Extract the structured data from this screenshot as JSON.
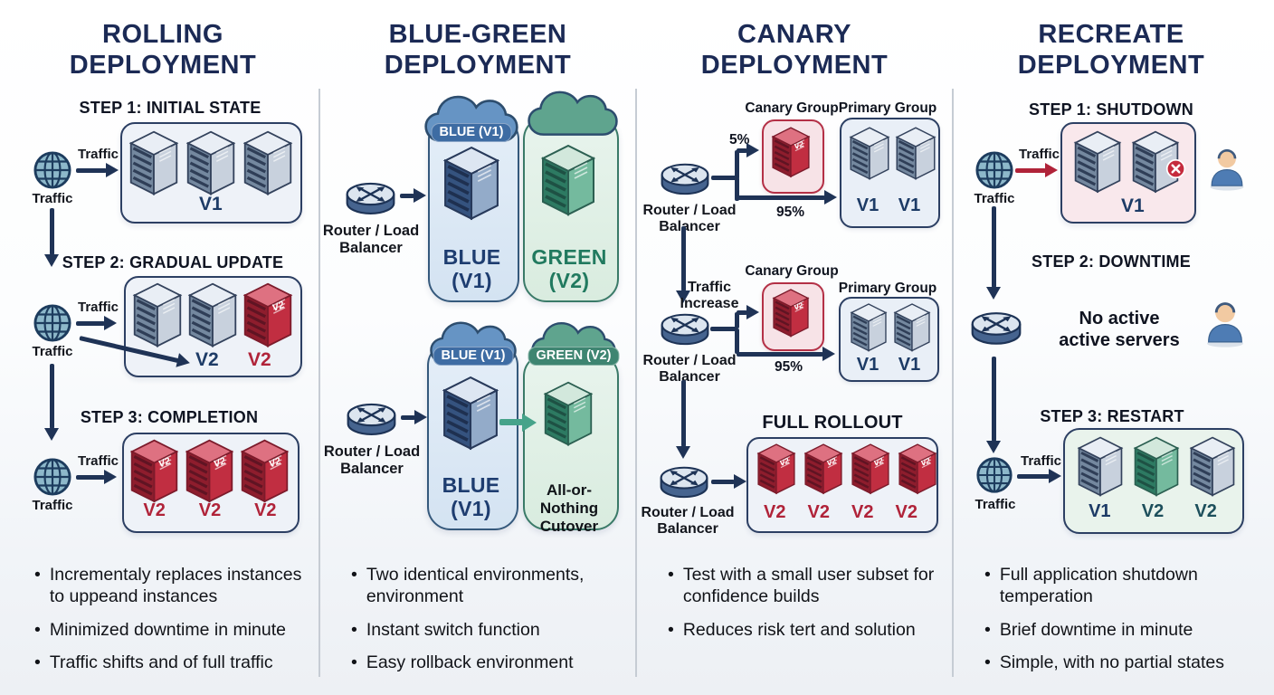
{
  "rolling": {
    "title": "ROLLING DEPLOYMENT",
    "step1": {
      "heading": "STEP 1: INITIAL STATE",
      "arrow_label": "Traffic",
      "source_label": "Traffic",
      "server_label": "V1"
    },
    "step2": {
      "heading": "STEP 2: GRADUAL UPDATE",
      "arrow_label": "Traffic",
      "source_label": "Traffic",
      "label_a": "V2",
      "label_b": "V2"
    },
    "step3": {
      "heading": "STEP 3: COMPLETION",
      "arrow_label": "Traffic",
      "source_label": "Traffic",
      "labels": [
        "V2",
        "V2",
        "V2"
      ]
    },
    "bullets": [
      "Incrementaly replaces instances to uppeand instances",
      "Minimized downtime in minute",
      "Traffic shifts and of full traffic"
    ]
  },
  "bluegreen": {
    "title": "BLUE-GREEN DEPLOYMENT",
    "router_label": "Router / Load Balancer",
    "diagram1": {
      "blue_cloud": "BLUE (V1)",
      "blue_label": "BLUE (V1)",
      "green_label": "GREEN (V2)"
    },
    "diagram2": {
      "blue_cloud": "BLUE (V1)",
      "green_cloud": "GREEN (V2)",
      "blue_label": "BLUE (V1)",
      "green_label": "All-or-Nothing Cutover"
    },
    "bullets": [
      "Two identical environments, environment",
      "Instant switch function",
      "Easy rollback environment"
    ]
  },
  "canary": {
    "title": "CANARY DEPLOYMENT",
    "router_label": "Router / Load Balancer",
    "diagram1": {
      "canary_group": "Canary Group",
      "primary_group": "Primary Group",
      "small_pct": "5%",
      "big_pct": "95%",
      "primary_labels": [
        "V1",
        "V1"
      ]
    },
    "diagram2": {
      "canary_group": "Canary Group",
      "primary_group": "Primary Group",
      "traffic_label": "Traffic Increase",
      "big_pct": "95%",
      "primary_labels": [
        "V1",
        "V1"
      ]
    },
    "diagram3": {
      "heading": "FULL ROLLOUT",
      "labels": [
        "V2",
        "V2",
        "V2",
        "V2"
      ]
    },
    "bullets": [
      "Test with a small user subset for confidence builds",
      "Reduces risk tert and solution"
    ]
  },
  "recreate": {
    "title": "RECREATE DEPLOYMENT",
    "step1": {
      "heading": "STEP 1: SHUTDOWN",
      "arrow_label": "Traffic",
      "source_label": "Traffic",
      "server_label": "V1"
    },
    "step2": {
      "heading": "STEP 2: DOWNTIME",
      "message": "No active active servers"
    },
    "step3": {
      "heading": "STEP 3: RESTART",
      "arrow_label": "Traffic",
      "source_label": "Traffic",
      "labels": [
        "V1",
        "V2",
        "V2"
      ]
    },
    "bullets": [
      "Full application shutdown temperation",
      "Brief downtime in minute",
      "Simple, with no partial states"
    ]
  },
  "icons": {
    "server_badge": "V2"
  },
  "colors": {
    "navy": "#1b2a55",
    "red": "#b02339",
    "green": "#217a5f",
    "canary_border": "#b43046"
  }
}
